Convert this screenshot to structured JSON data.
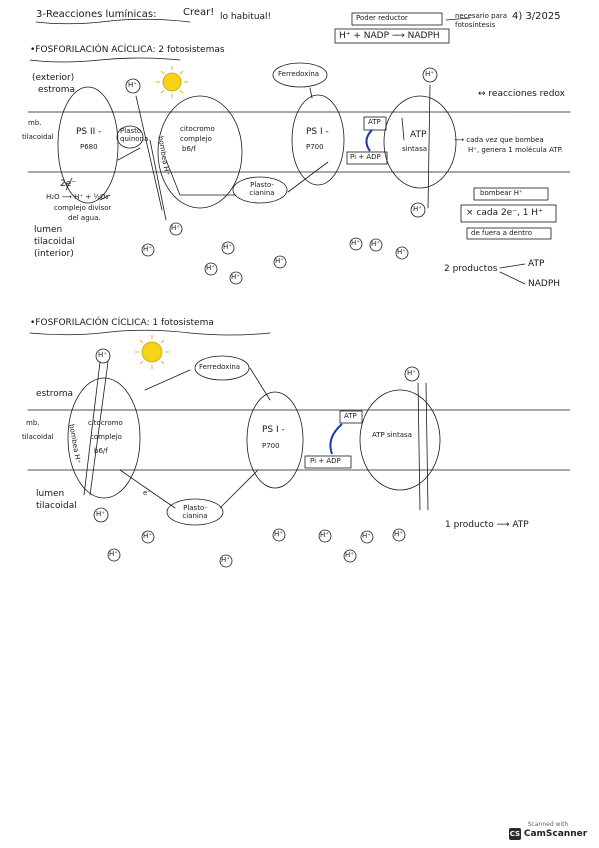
{
  "header": {
    "title": "3-Reacciones lumínicas:",
    "title_note": "Crear!",
    "title_note2": "lo habitual!",
    "date": "4) 3/2025",
    "poder_reductor": "Poder reductor",
    "nadp_eq": "H⁺ + NADP ⟶ NADPH",
    "necesario": "necesario para",
    "fotosintesis": "fotosíntesis"
  },
  "acyclic": {
    "heading": "•FOSFORILACIÓN ACÍCLICA: 2 fotosistemas",
    "exterior": "(exterior)",
    "estroma": "estroma",
    "membrana": "mb.",
    "tilacoidal": "tilacoidal",
    "ps2": "PS II -",
    "p680": "P680",
    "plastoquinona": "Plasto quinona",
    "bombea": "bombea H⁺",
    "citocromo_1": "citocromo",
    "citocromo_2": "complejo",
    "citocromo_3": "b6/f",
    "ps1": "PS I -",
    "p700": "P700",
    "atp": "ATP",
    "pi_adp": "Pi + ADP",
    "atp_sintasa_1": "ATP",
    "atp_sintasa_2": "sintasa",
    "ferredoxina": "Ferredoxina",
    "plastocianina": "Plasto- cianina",
    "electron": "2e⁻",
    "water_eq": "H₂O ⟶ H⁺ + ½O₂",
    "complejo_1": "complejo divisor",
    "complejo_2": "del agua.",
    "lumen_1": "lumen",
    "lumen_2": "tilacoidal",
    "lumen_3": "(interior)",
    "h": "H⁺",
    "reacciones_redox": "↔ reacciones redox",
    "note_1": "⟶ cada vez que bombea",
    "note_2": "H⁺, genera 1 molécula ATP.",
    "box_bombear": "bombear H⁺",
    "box_cada": "× cada 2e⁻, 1 H⁺",
    "box_fuera": "de fuera a dentro",
    "productos_label": "2 productos",
    "producto_atp": "ATP",
    "producto_nadph": "NADPH"
  },
  "cyclic": {
    "heading": "•FOSFORILACIÓN CÍCLICA: 1 fotosistema",
    "estroma": "estroma",
    "membrana": "mb.",
    "tilacoidal": "tilacoidal",
    "citocromo_1": "citocromo",
    "citocromo_2": "complejo",
    "citocromo_3": "b6/f",
    "bombea": "bombea H⁺",
    "ferredoxina": "Ferredoxina",
    "ps1": "PS I -",
    "p700": "P700",
    "atp": "ATP",
    "pi_adp": "Pi + ADP",
    "atp_sintasa": "ATP sintasa",
    "electron": "e⁻",
    "plastocianina": "Plasto- cianina",
    "lumen_1": "lumen",
    "lumen_2": "tilacoidal",
    "h": "H⁺",
    "producto": "1 producto ⟶ ATP"
  },
  "badge": {
    "scanned_with": "Scanned with",
    "camscanner": "CamScanner",
    "cs": "CS"
  }
}
